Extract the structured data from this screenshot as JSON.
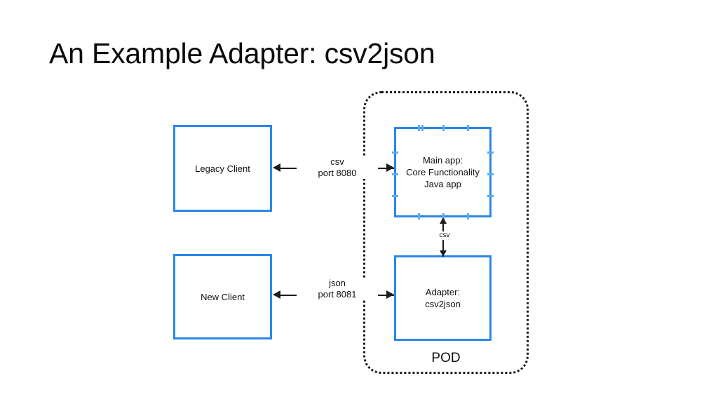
{
  "slide": {
    "title": "An Example Adapter: csv2json",
    "background_color": "#ffffff"
  },
  "diagram": {
    "accent_color": "#2b86e8",
    "line_color": "#1c1c1c",
    "handle_color": "#5aaef5",
    "pod": {
      "label": "POD",
      "border_style": "dotted",
      "border_color": "#1a1a1a"
    },
    "nodes": [
      {
        "id": "legacy-client",
        "label": "Legacy Client",
        "selected": false
      },
      {
        "id": "new-client",
        "label": "New Client",
        "selected": false
      },
      {
        "id": "main-app",
        "label": "Main app:\nCore Functionality\nJava app",
        "selected": true
      },
      {
        "id": "adapter",
        "label": "Adapter:\ncsv2json",
        "selected": false
      }
    ],
    "connectors": [
      {
        "id": "legacy-to-main",
        "label": "csv\nport 8080",
        "protocol": "csv",
        "port": "port 8080",
        "direction": "bidirectional",
        "orientation": "horizontal"
      },
      {
        "id": "main-to-adapter",
        "label": "csv",
        "protocol": "csv",
        "port": "",
        "direction": "bidirectional",
        "orientation": "vertical"
      },
      {
        "id": "newclient-to-adapter",
        "label": "json\nport 8081",
        "protocol": "json",
        "port": "port 8081",
        "direction": "bidirectional",
        "orientation": "horizontal"
      }
    ]
  }
}
